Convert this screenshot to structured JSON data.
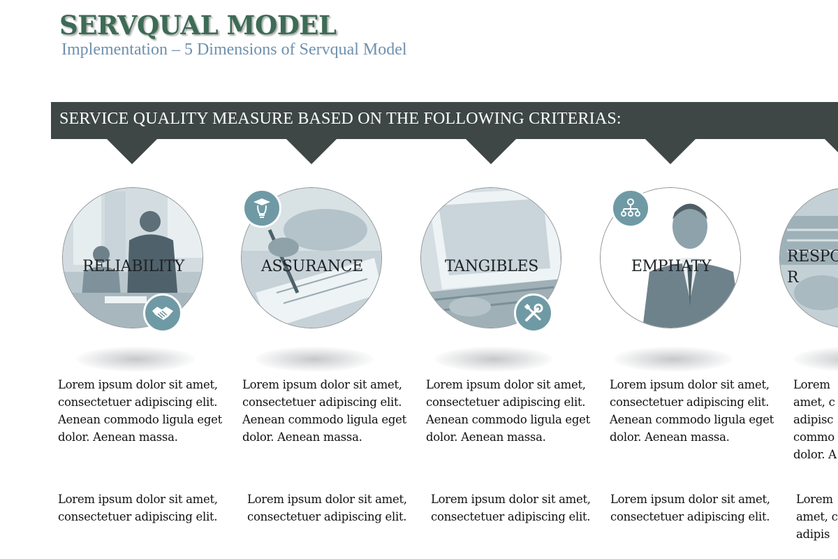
{
  "header": {
    "title": "SERVQUAL MODEL",
    "subtitle": "Implementation – 5 Dimensions of Servqual Model"
  },
  "banner": {
    "text": "SERVICE QUALITY MEASURE BASED ON THE FOLLOWING CRITERIAS:"
  },
  "colors": {
    "title": "#3d6b55",
    "subtitle": "#6f90ad",
    "banner": "#3e4646",
    "badge": "#6f9aa5"
  },
  "dimensions": [
    {
      "label": "RELIABILITY",
      "icon": "handshake-icon",
      "para1": "Lorem ipsum dolor sit amet, consectetuer adipiscing elit. Aenean commodo ligula eget dolor. Aenean massa.",
      "para2": "Lorem ipsum dolor sit amet, consectetuer adipiscing elit."
    },
    {
      "label": "ASSURANCE",
      "icon": "lightbulb-graduation-icon",
      "para1": "Lorem ipsum dolor sit amet, consectetuer adipiscing elit. Aenean commodo ligula eget dolor. Aenean massa.",
      "para2": "Lorem ipsum dolor sit amet, consectetuer adipiscing elit."
    },
    {
      "label": "TANGIBLES",
      "icon": "tools-icon",
      "para1": "Lorem ipsum dolor sit amet, consectetuer adipiscing elit. Aenean commodo ligula eget dolor. Aenean massa.",
      "para2": "Lorem ipsum dolor sit amet, consectetuer adipiscing elit."
    },
    {
      "label": "EMPHATY",
      "icon": "hierarchy-icon",
      "para1": "Lorem ipsum dolor sit amet, consectetuer adipiscing elit. Aenean commodo ligula eget dolor. Aenean massa.",
      "para2": "Lorem ipsum dolor sit amet, consectetuer adipiscing elit."
    },
    {
      "label": "RESPO\nR",
      "icon": "",
      "para1": "Lorem amet, c adipisc commo dolor. A",
      "para2": "Lorem amet, c adipis"
    }
  ]
}
